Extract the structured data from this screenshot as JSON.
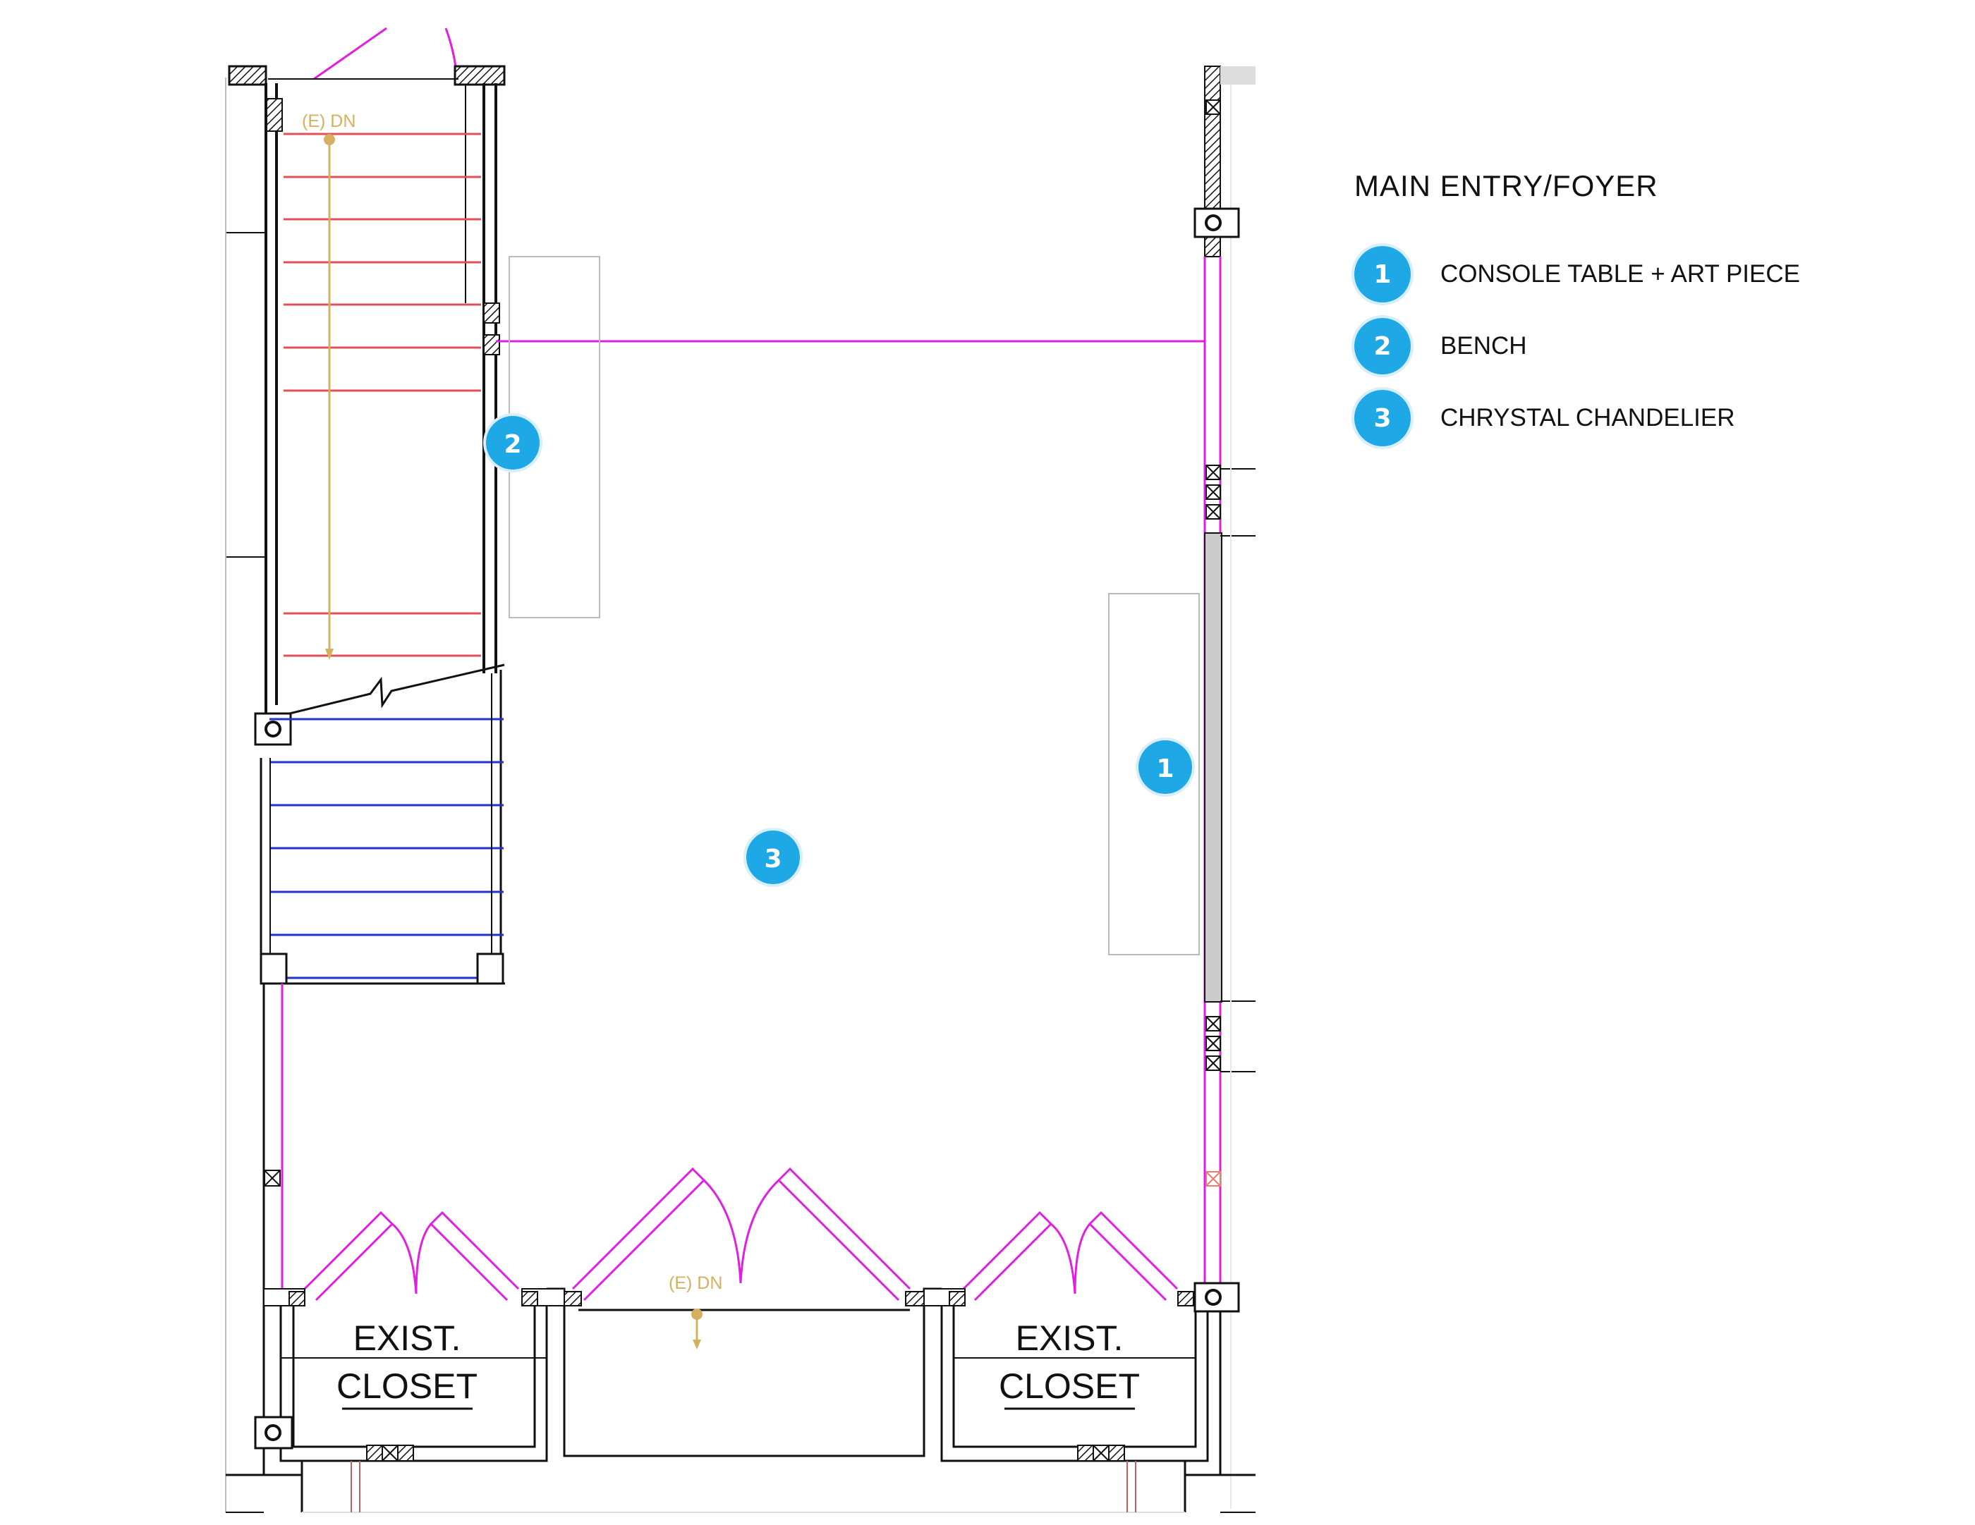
{
  "legend": {
    "title": "MAIN ENTRY/FOYER",
    "items": [
      {
        "number": "1",
        "label": "CONSOLE TABLE + ART PIECE"
      },
      {
        "number": "2",
        "label": "BENCH"
      },
      {
        "number": "3",
        "label": "CHRYSTAL CHANDELIER"
      }
    ]
  },
  "plan": {
    "stair_top_note": "(E) DN",
    "stair_bottom_note": "(E) DN",
    "closet_left": {
      "line1": "EXIST.",
      "line2": "CLOSET"
    },
    "closet_right": {
      "line1": "EXIST.",
      "line2": "CLOSET"
    },
    "markers": [
      {
        "number": "2"
      },
      {
        "number": "1"
      },
      {
        "number": "3"
      }
    ]
  },
  "colors": {
    "wall": "#111111",
    "magenta": "#e020e0",
    "stair_red": "#e0505a",
    "stair_blue": "#2233cc",
    "note_gold": "#d4b060",
    "marker_blue": "#1ea8e6"
  }
}
